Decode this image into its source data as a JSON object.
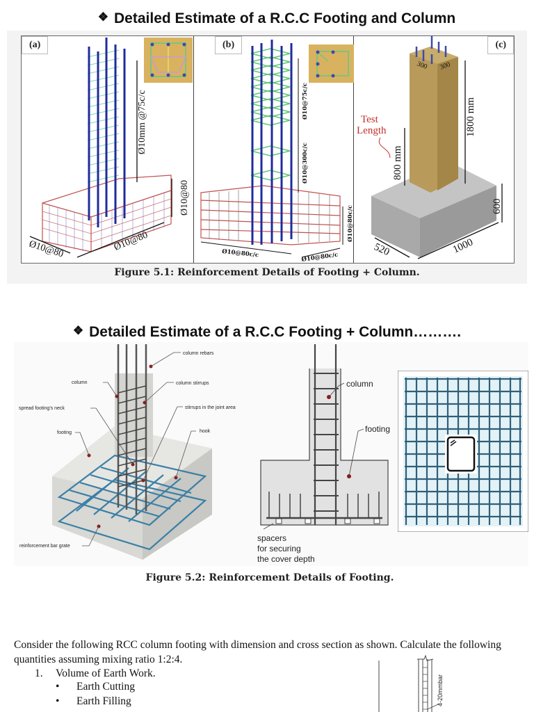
{
  "section1": {
    "bullet_icon": "❖",
    "heading": "Detailed Estimate of a R.C.C Footing and Column",
    "figure": {
      "caption": "Figure 5.1: Reinforcement Details of Footing + Column.",
      "panels": [
        {
          "tag": "(a)",
          "labels": {
            "column_stirrups": "Ø10mm @75c/c",
            "footing_height": "Ø10@80",
            "footing_length": "Ø10@80",
            "footing_width": "Ø10@80"
          }
        },
        {
          "tag": "(b)",
          "labels": {
            "upper_stirrups": "Ø10@75c/c",
            "middle_stirrups": "Ø10@300c/c",
            "footing_height": "Ø10@80c/c",
            "footing_length": "Ø10@80c/c",
            "footing_width": "Ø10@80c/c"
          }
        },
        {
          "tag": "(c)",
          "labels": {
            "col_side_a": "300",
            "col_side_b": "300",
            "column_height": "1800 mm",
            "test_length_label_line1": "Test",
            "test_length_label_line2": "Length",
            "test_length": "800 mm",
            "footing_height": "600",
            "footing_length": "1000",
            "footing_width": "520"
          }
        }
      ]
    }
  },
  "section2": {
    "bullet_icon": "❖",
    "heading": "Detailed Estimate of a R.C.C Footing + Column……….",
    "figure": {
      "caption": "Figure 5.2: Reinforcement Details of Footing.",
      "iso_labels": {
        "column_rebars": "column rebars",
        "column": "column",
        "column_stirrups": "column stirrups",
        "footing_neck": "spread footing's neck",
        "joint_stirrups": "stirrups in the joint area",
        "footing": "footing",
        "hook": "hook",
        "bar_grate": "reinforcement bar grate"
      },
      "section_labels": {
        "column": "column",
        "footing": "footing",
        "spacers_line1": "spacers",
        "spacers_line2": "for securing",
        "spacers_line3": "the cover depth"
      }
    }
  },
  "problem": {
    "paragraph": "Consider the following RCC column footing with dimension and cross section as shown. Calculate the following quantities assuming mixing ratio 1:2:4.",
    "items": [
      {
        "number": "1.",
        "label": "Volume of Earth Work.",
        "subitems": [
          "Earth Cutting",
          "Earth Filling"
        ]
      }
    ],
    "drawing_label": "4-20mmbar"
  }
}
